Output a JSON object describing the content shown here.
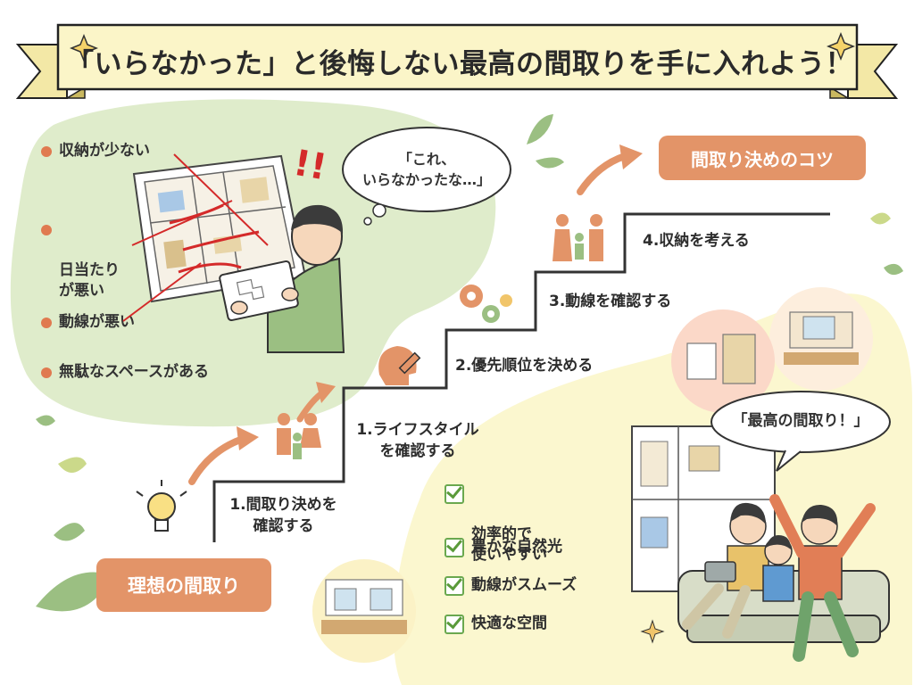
{
  "title": "「いらなかった」と後悔しない最高の間取りを手に入れよう！",
  "problems": [
    {
      "label": "収納が少ない"
    },
    {
      "label": "日当たり\nが悪い"
    },
    {
      "label": "動線が悪い"
    },
    {
      "label": "無駄なスペースがある"
    }
  ],
  "exclamation": "!!",
  "regret_bubble": "「これ、\nいらなかったな…」",
  "tips_badge": "間取り決めのコツ",
  "ideal_badge": "理想の間取り",
  "steps": [
    {
      "label": "1.間取り決めを\n確認する"
    },
    {
      "label": "1.ライフスタイル\nを確認する"
    },
    {
      "label": "2.優先順位を決める"
    },
    {
      "label": "3.動線を確認する"
    },
    {
      "label": "4.収納を考える"
    }
  ],
  "best_bubble": "「最高の間取り！」",
  "checklist": [
    {
      "label": "効率的で\n使いやすい"
    },
    {
      "label": "豊かな自然光"
    },
    {
      "label": "動線がスムーズ"
    },
    {
      "label": "快適な空間"
    }
  ],
  "colors": {
    "accent_orange": "#e39468",
    "dot_orange": "#e07a50",
    "banner_yellow": "#fbf5c8",
    "green_blob": "#dfeccb",
    "yellow_blob": "#fbf7cf",
    "check_green": "#5a9a3a"
  }
}
